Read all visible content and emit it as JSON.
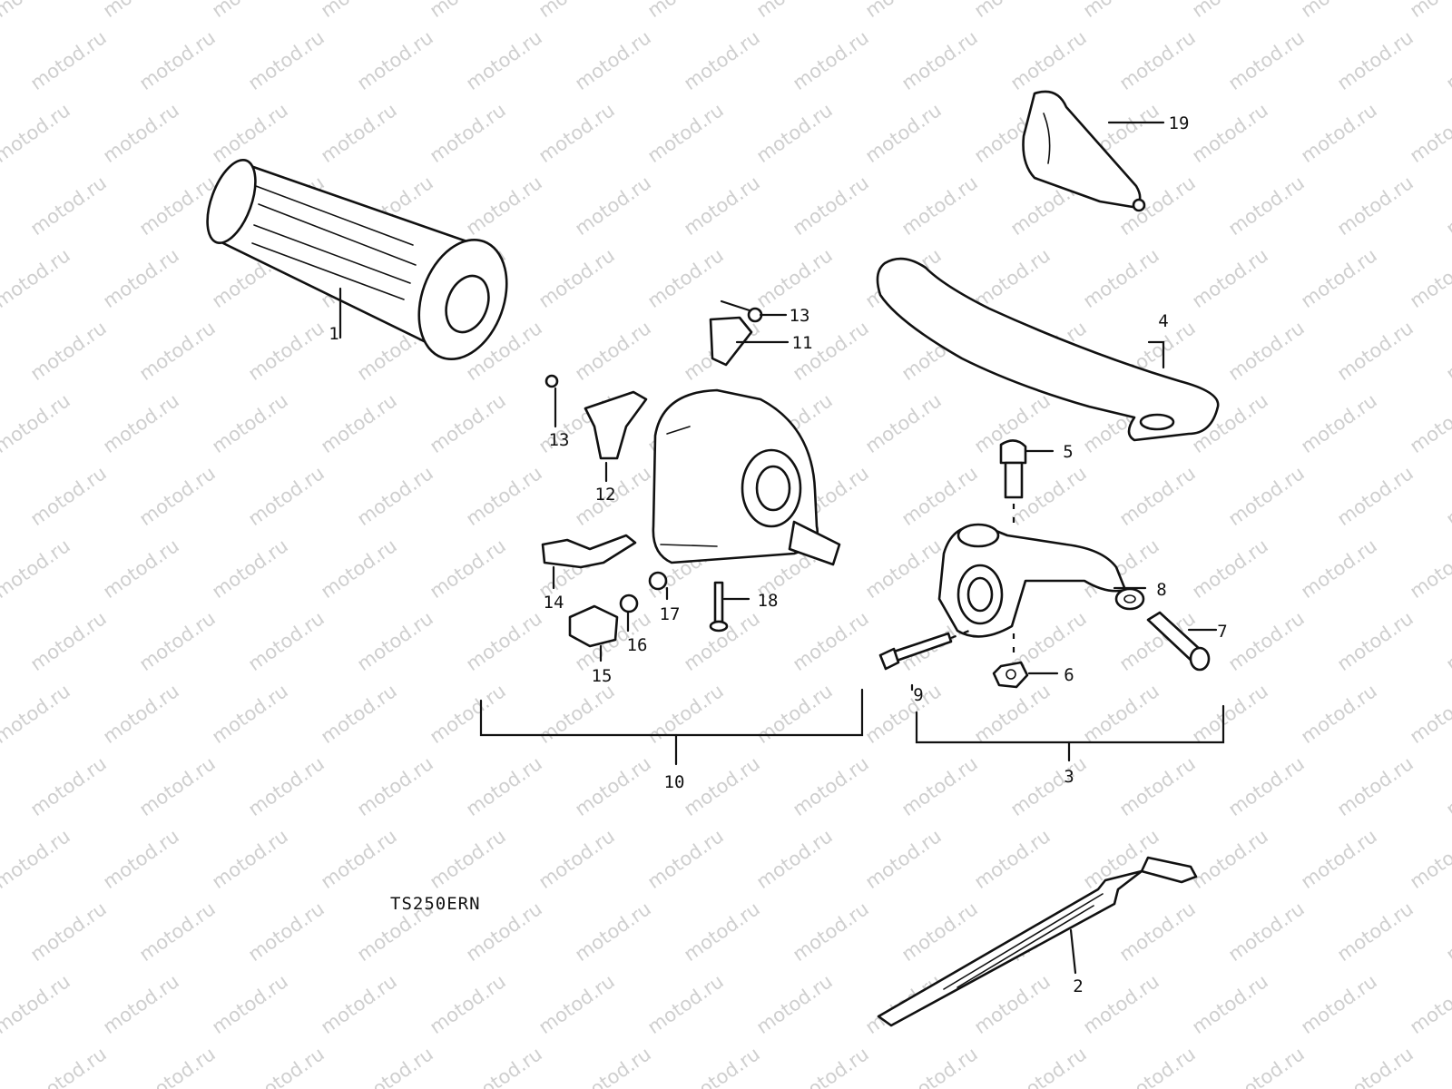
{
  "watermark": {
    "text": "motod.ru"
  },
  "model_code": "TS250ERN",
  "callouts": [
    {
      "id": "1",
      "text": "1"
    },
    {
      "id": "2",
      "text": "2"
    },
    {
      "id": "3",
      "text": "3"
    },
    {
      "id": "4",
      "text": "4"
    },
    {
      "id": "5",
      "text": "5"
    },
    {
      "id": "6",
      "text": "6"
    },
    {
      "id": "7",
      "text": "7"
    },
    {
      "id": "8",
      "text": "8"
    },
    {
      "id": "9",
      "text": "9"
    },
    {
      "id": "10",
      "text": "10"
    },
    {
      "id": "11",
      "text": "11"
    },
    {
      "id": "12",
      "text": "12"
    },
    {
      "id": "13a",
      "text": "13"
    },
    {
      "id": "13b",
      "text": "13"
    },
    {
      "id": "14",
      "text": "14"
    },
    {
      "id": "15",
      "text": "15"
    },
    {
      "id": "16",
      "text": "16"
    },
    {
      "id": "17",
      "text": "17"
    },
    {
      "id": "18",
      "text": "18"
    },
    {
      "id": "19",
      "text": "19"
    }
  ]
}
